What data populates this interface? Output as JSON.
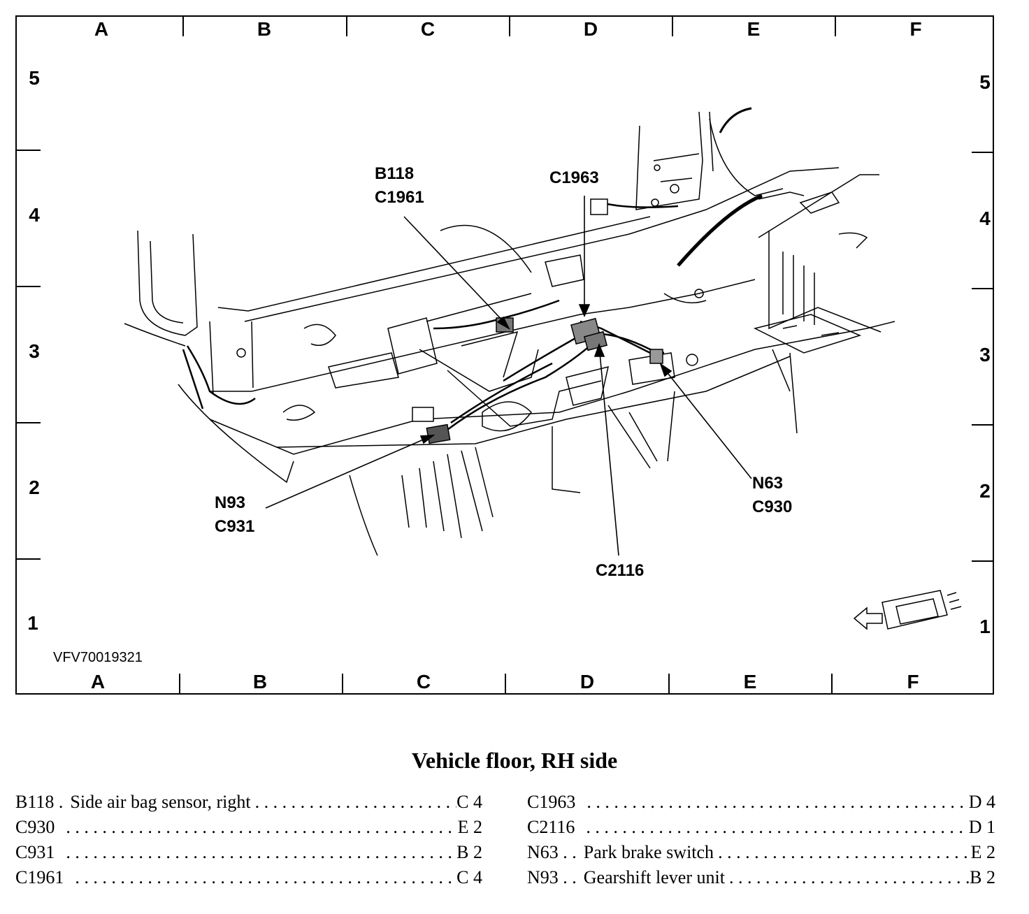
{
  "grid": {
    "columns_top": [
      "A",
      "B",
      "C",
      "D",
      "E",
      "F"
    ],
    "columns_bottom": [
      "A",
      "B",
      "C",
      "D",
      "E",
      "F"
    ],
    "rows_left": [
      "5",
      "4",
      "3",
      "2",
      "1"
    ],
    "rows_right": [
      "5",
      "4",
      "3",
      "2",
      "1"
    ]
  },
  "figure_id": "VFV70019321",
  "callouts": {
    "b118_c1961": "B118\nC1961",
    "c1963": "C1963",
    "n93_c931": "N93\nC931",
    "n63_c930": "N63\nC930",
    "c2116": "C2116"
  },
  "legend": {
    "title": "Vehicle floor, RH side",
    "left": [
      {
        "code": "B118 .",
        "desc": "Side air bag sensor, right",
        "loc": "C 4"
      },
      {
        "code": "C930",
        "desc": "",
        "loc": "E 2"
      },
      {
        "code": "C931",
        "desc": "",
        "loc": "B 2"
      },
      {
        "code": "C1961",
        "desc": "",
        "loc": "C 4"
      }
    ],
    "right": [
      {
        "code": "C1963",
        "desc": "",
        "loc": "D 4"
      },
      {
        "code": "C2116",
        "desc": "",
        "loc": "D 1"
      },
      {
        "code": "N63 . .",
        "desc": "Park brake switch",
        "loc": "E 2"
      },
      {
        "code": "N93 . .",
        "desc": "Gearshift lever unit",
        "loc": "B 2"
      }
    ]
  }
}
